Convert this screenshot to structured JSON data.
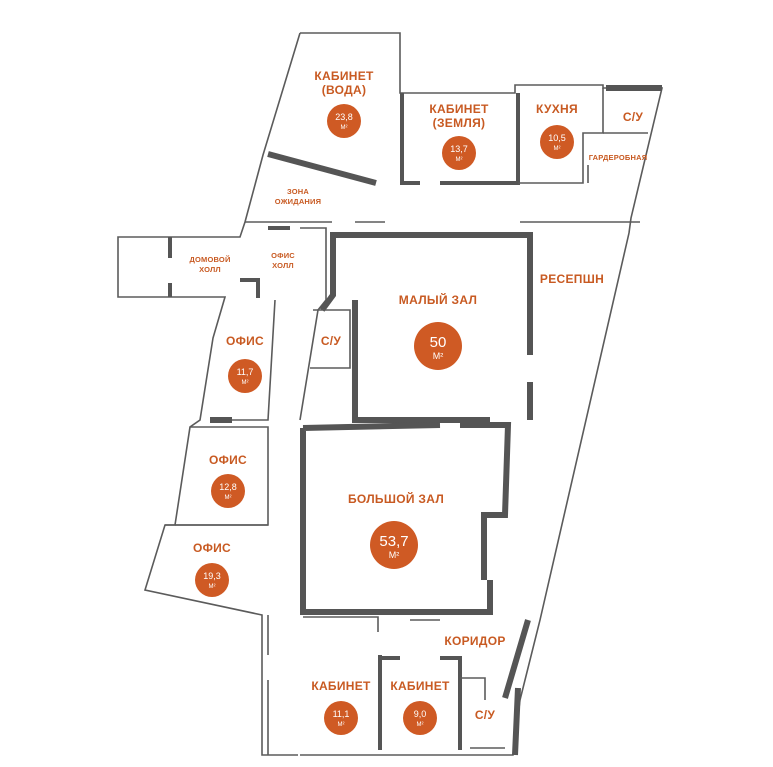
{
  "colors": {
    "accent": "#cf5a24",
    "label": "#c85a22",
    "wall": "#555555"
  },
  "area_unit": "М²",
  "rooms": [
    {
      "id": "kabinet-voda",
      "lines": [
        "КАБИНЕТ",
        "(ВОДА)"
      ],
      "area": "23,8"
    },
    {
      "id": "kabinet-zemlya",
      "lines": [
        "КАБИНЕТ",
        "(ЗЕМЛЯ)"
      ],
      "area": "13,7"
    },
    {
      "id": "kukhnya",
      "lines": [
        "КУХНЯ"
      ],
      "area": "10,5"
    },
    {
      "id": "su-top",
      "lines": [
        "С/У"
      ],
      "area": ""
    },
    {
      "id": "garderobnaya",
      "lines": [
        "ГАРДЕРОБНАЯ"
      ],
      "area": ""
    },
    {
      "id": "zona-ozhidaniya",
      "lines": [
        "ЗОНА",
        "ОЖИДАНИЯ"
      ],
      "area": ""
    },
    {
      "id": "domovoy-holl",
      "lines": [
        "ДОМОВОЙ",
        "ХОЛЛ"
      ],
      "area": ""
    },
    {
      "id": "ofis-holl",
      "lines": [
        "ОФИС",
        "ХОЛЛ"
      ],
      "area": ""
    },
    {
      "id": "maly-zal",
      "lines": [
        "МАЛЫЙ ЗАЛ"
      ],
      "area": "50"
    },
    {
      "id": "resepshn",
      "lines": [
        "РЕСЕПШН"
      ],
      "area": ""
    },
    {
      "id": "su-middle",
      "lines": [
        "С/У"
      ],
      "area": ""
    },
    {
      "id": "ofis-1",
      "lines": [
        "ОФИС"
      ],
      "area": "11,7"
    },
    {
      "id": "ofis-2",
      "lines": [
        "ОФИС"
      ],
      "area": "12,8"
    },
    {
      "id": "bolshoy-zal",
      "lines": [
        "БОЛЬШОЙ ЗАЛ"
      ],
      "area": "53,7"
    },
    {
      "id": "ofis-3",
      "lines": [
        "ОФИС"
      ],
      "area": "19,3"
    },
    {
      "id": "koridor",
      "lines": [
        "КОРИДОР"
      ],
      "area": ""
    },
    {
      "id": "kabinet-1",
      "lines": [
        "КАБИНЕТ"
      ],
      "area": "11,1"
    },
    {
      "id": "kabinet-2",
      "lines": [
        "КАБИНЕТ"
      ],
      "area": "9,0"
    },
    {
      "id": "su-bottom",
      "lines": [
        "С/У"
      ],
      "area": ""
    }
  ]
}
